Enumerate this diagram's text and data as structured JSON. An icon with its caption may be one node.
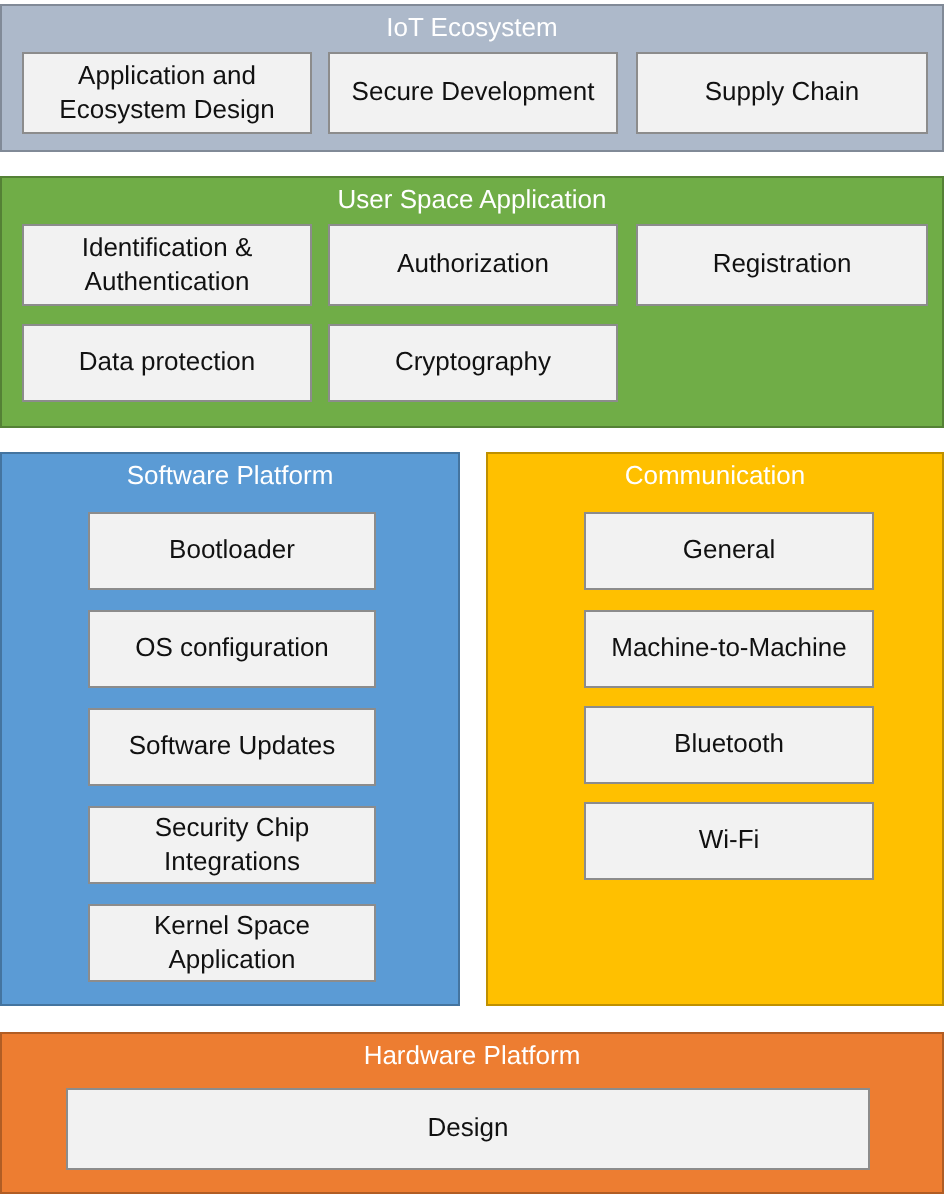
{
  "diagram": {
    "nodes": [
      {
        "text": [
          "IoT Ecosystem"
        ]
      },
      {
        "text": [
          "Application and Ecosystem Design"
        ],
        "in": 0
      },
      {
        "text": [
          "Secure Development"
        ],
        "in": 0
      },
      {
        "text": [
          "Supply Chain"
        ],
        "in": 0
      },
      {
        "text": [
          "User Space Application"
        ]
      },
      {
        "text": [
          "Identification & Authentication"
        ],
        "in": 4
      },
      {
        "text": [
          "Authorization"
        ],
        "in": 4
      },
      {
        "text": [
          "Registration"
        ],
        "in": 4
      },
      {
        "text": [
          "Data protection"
        ],
        "in": 4
      },
      {
        "text": [
          "Cryptography"
        ],
        "in": 4
      },
      {
        "text": [
          "Software Platform"
        ]
      },
      {
        "text": [
          "Bootloader"
        ],
        "in": 10
      },
      {
        "text": [
          "OS configuration"
        ],
        "in": 10
      },
      {
        "text": [
          "Software Updates"
        ],
        "in": 10
      },
      {
        "text": [
          "Security Chip Integrations"
        ],
        "in": 10
      },
      {
        "text": [
          "Kernel Space Application"
        ],
        "in": 10
      },
      {
        "text": [
          "Communication"
        ]
      },
      {
        "text": [
          "General"
        ],
        "in": 16
      },
      {
        "text": [
          "Machine-to-Machine"
        ],
        "in": 16
      },
      {
        "text": [
          "Bluetooth"
        ],
        "in": 16
      },
      {
        "text": [
          "Wi-Fi"
        ],
        "in": 16
      },
      {
        "text": [
          "Hardware Platform"
        ]
      },
      {
        "text": [
          "Design"
        ],
        "in": 21
      }
    ]
  }
}
